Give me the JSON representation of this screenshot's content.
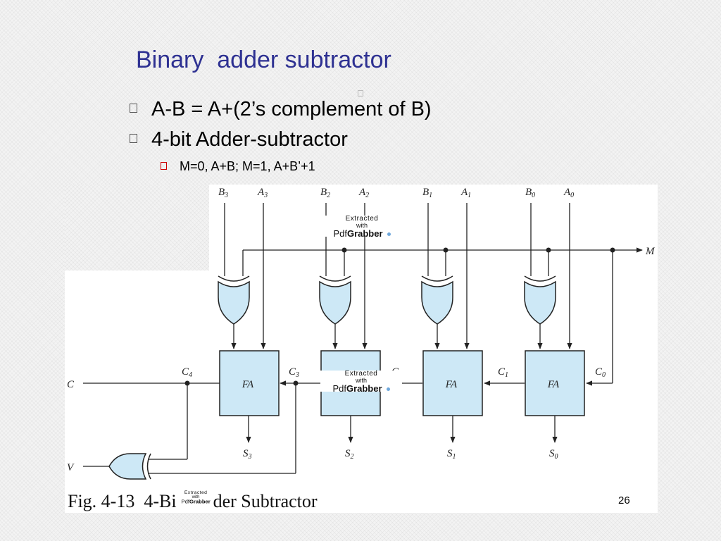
{
  "slide": {
    "title": "Binary  adder subtractor",
    "bullets": [
      "A-B = A+(2’s complement of B)",
      "4-bit Adder-subtractor"
    ],
    "sub_bullets": [
      "M=0, A+B; M=1, A+B’+1"
    ],
    "page_number": "26"
  },
  "figure": {
    "caption": "Fig. 4-13  4-Bi        der Subtractor",
    "inputs": {
      "B3": "B",
      "B3_sub": "3",
      "A3": "A",
      "A3_sub": "3",
      "B2": "B",
      "B2_sub": "2",
      "A2": "A",
      "A2_sub": "2",
      "B1": "B",
      "B1_sub": "1",
      "A1": "A",
      "A1_sub": "1",
      "B0": "B",
      "B0_sub": "0",
      "A0": "A",
      "A0_sub": "0"
    },
    "mode_label": "M",
    "carry_out_label": "C",
    "overflow_label": "V",
    "adders": [
      "FA",
      "FA",
      "FA",
      "FA"
    ],
    "carries": {
      "C4": "C",
      "C4_sub": "4",
      "C3": "C",
      "C3_sub": "3",
      "C2": "C",
      "C2_sub": "2",
      "C1": "C",
      "C1_sub": "1",
      "C0": "C",
      "C0_sub": "0"
    },
    "sums": {
      "S3": "S",
      "S3_sub": "3",
      "S2": "S",
      "S2_sub": "2",
      "S1": "S",
      "S1_sub": "1",
      "S0": "S",
      "S0_sub": "0"
    }
  },
  "watermark": {
    "line1": "Extracted",
    "line2": "with",
    "brand_light": "Pdf",
    "brand_bold": "Grabber"
  },
  "colors": {
    "title": "#2e3192",
    "fa_fill": "#cde8f6",
    "wire": "#222222",
    "bullet_red": "#cc0000"
  }
}
